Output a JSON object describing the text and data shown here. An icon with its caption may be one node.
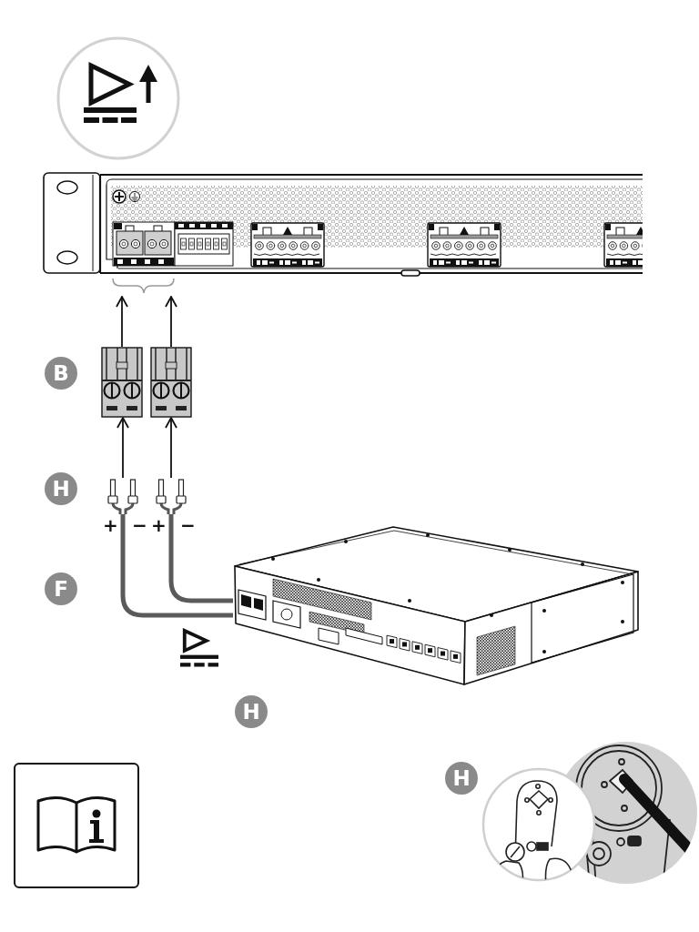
{
  "diagram": {
    "nodes": [
      {
        "text": [],
        "shape": "picture"
      },
      {
        "text": [],
        "shape": "picture"
      },
      {
        "text": [],
        "shape": "picture"
      },
      {
        "text": [],
        "shape": "picture"
      },
      {
        "text": [],
        "shape": "picture"
      },
      {
        "text": [],
        "shape": "picture"
      },
      {
        "text": [],
        "shape": "box"
      }
    ],
    "edges": [
      {
        "from": 1,
        "to": 0,
        "arrow": "to"
      },
      {
        "from": 2,
        "to": 0,
        "arrow": "to"
      },
      {
        "from": 3,
        "to": 1,
        "arrow": "to"
      },
      {
        "from": 4,
        "to": 2,
        "arrow": "to"
      },
      {
        "from": 3,
        "to": 5,
        "arrow": "none",
        "style": "thick",
        "color": "#5a5a5a"
      },
      {
        "from": 4,
        "to": 5,
        "arrow": "none",
        "style": "thick",
        "color": "#5a5a5a"
      }
    ],
    "labels": [
      "B",
      "H",
      "+",
      "−",
      "+",
      "−",
      "F",
      "H",
      "H"
    ]
  }
}
